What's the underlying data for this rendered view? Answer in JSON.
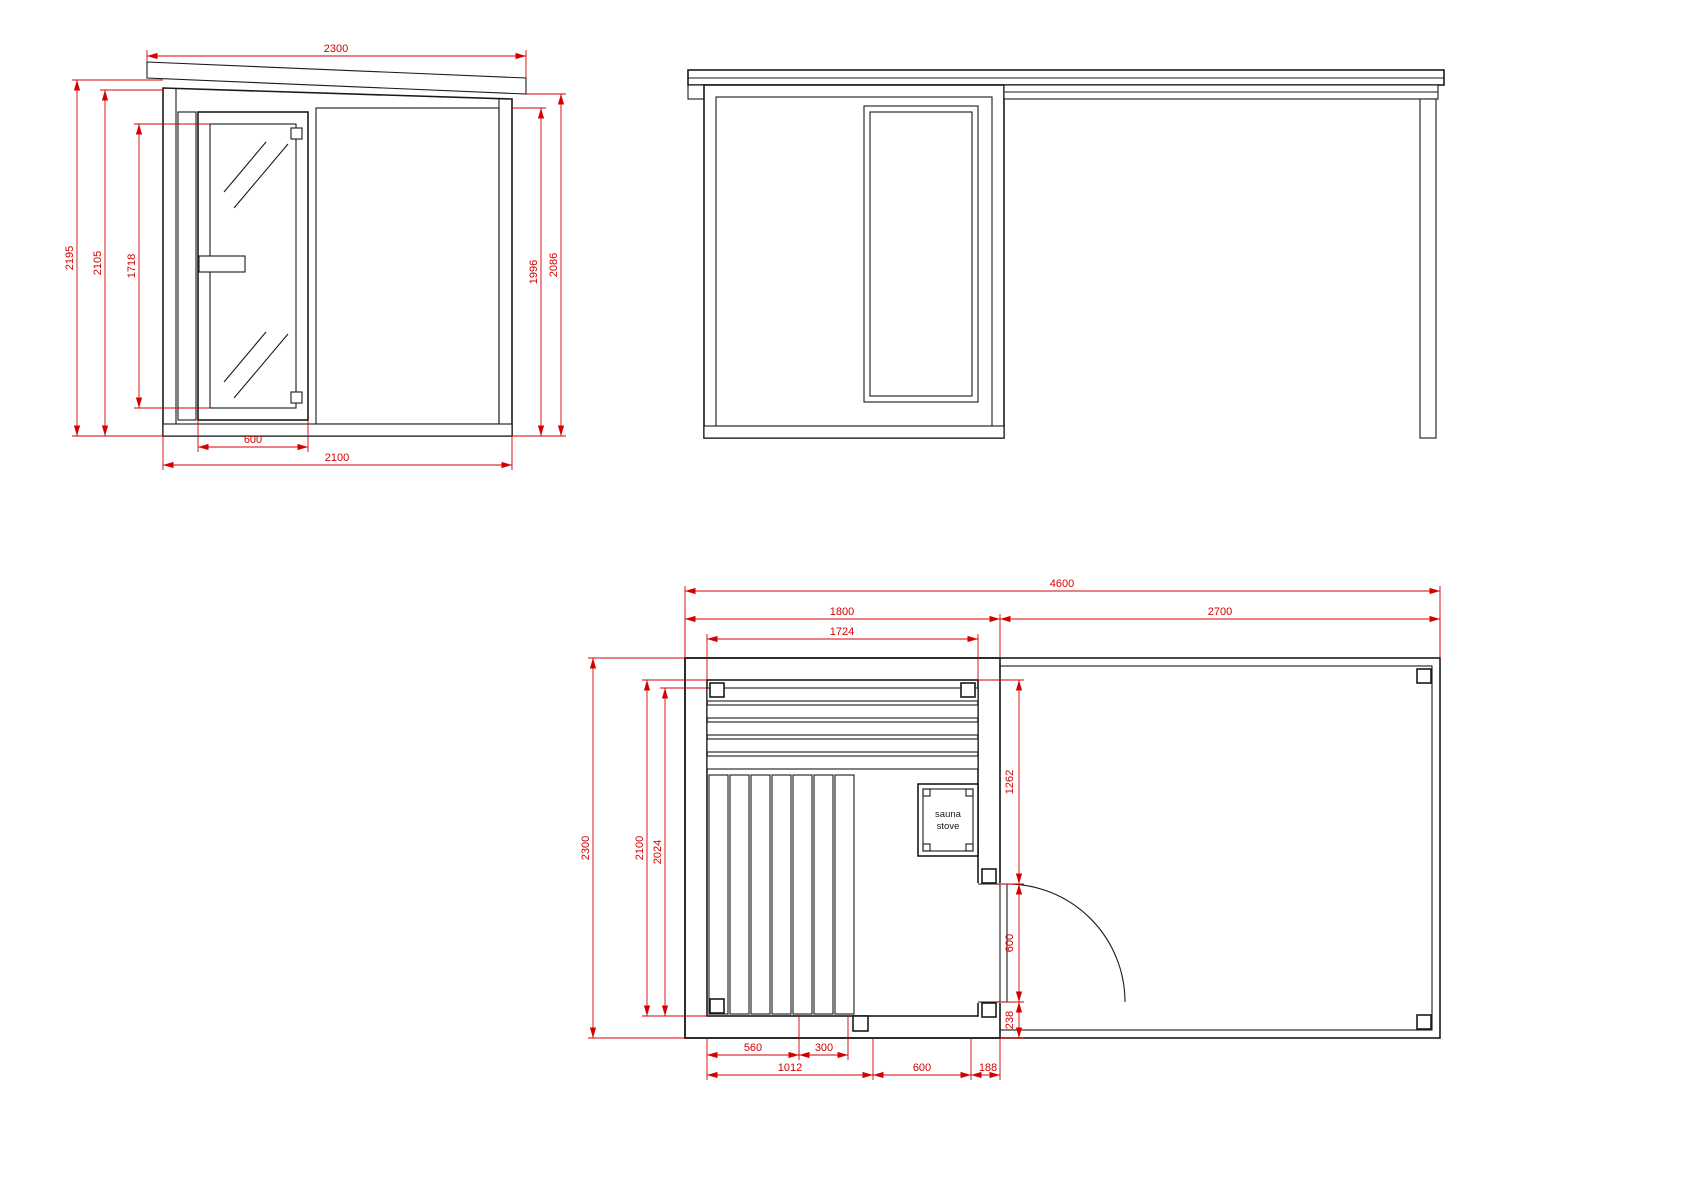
{
  "colors": {
    "line": "#1a1a1a",
    "dimension": "#d40000",
    "background": "#ffffff"
  },
  "front_elevation": {
    "dims": {
      "roof_width": "2300",
      "overall_height": "2195",
      "wall_height": "2105",
      "door_glass_height": "1718",
      "wall_inner_height": "1996",
      "eave_height": "2086",
      "door_width": "600",
      "overall_width": "2100"
    }
  },
  "floor_plan": {
    "stove_label": {
      "line1": "sauna",
      "line2": "stove"
    },
    "dims": {
      "overall_length": "4600",
      "sauna_length": "1800",
      "terrace_length": "2700",
      "sauna_inner_length": "1724",
      "overall_depth": "2300",
      "inner_depth": "2100",
      "bench_depth": "2024",
      "wall_to_door": "1262",
      "door_opening": "600",
      "door_to_wall": "238",
      "bench_board": "560",
      "bench_gap": "300",
      "bench_width": "1012",
      "front_door": "600",
      "front_offset": "188"
    }
  }
}
